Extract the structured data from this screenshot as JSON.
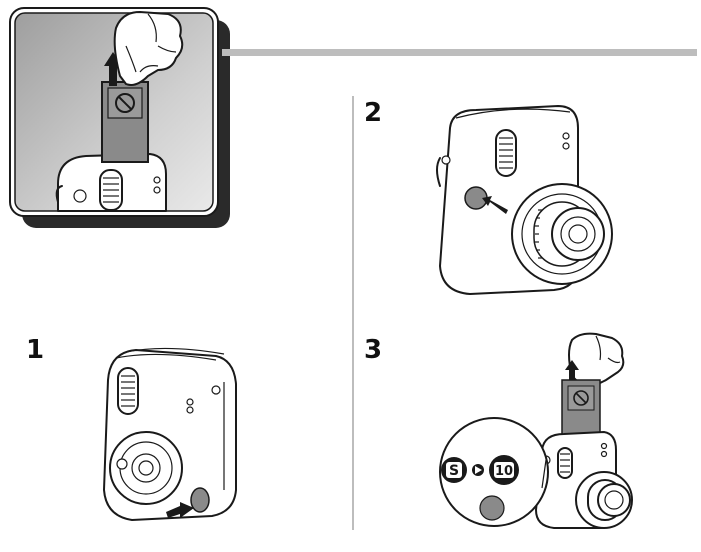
{
  "page": {
    "background": "#ffffff",
    "accent_gray": "#bdbdbd",
    "ink": "#111111"
  },
  "steps": [
    {
      "number": "1",
      "action": "press-shutter-button",
      "arrow_icon": "pointing-arrow-icon"
    },
    {
      "number": "2",
      "action": "press-shutter-button",
      "arrow_icon": "pointing-arrow-icon"
    },
    {
      "number": "3",
      "action": "take-out-film",
      "arrow_icon": "up-arrow-icon",
      "counter_from": "S",
      "counter_to": "10"
    }
  ],
  "header_illustration": {
    "action": "remove-film-shield",
    "arrow_icon": "up-arrow-icon",
    "sheet_icon": "no-symbol-icon"
  }
}
